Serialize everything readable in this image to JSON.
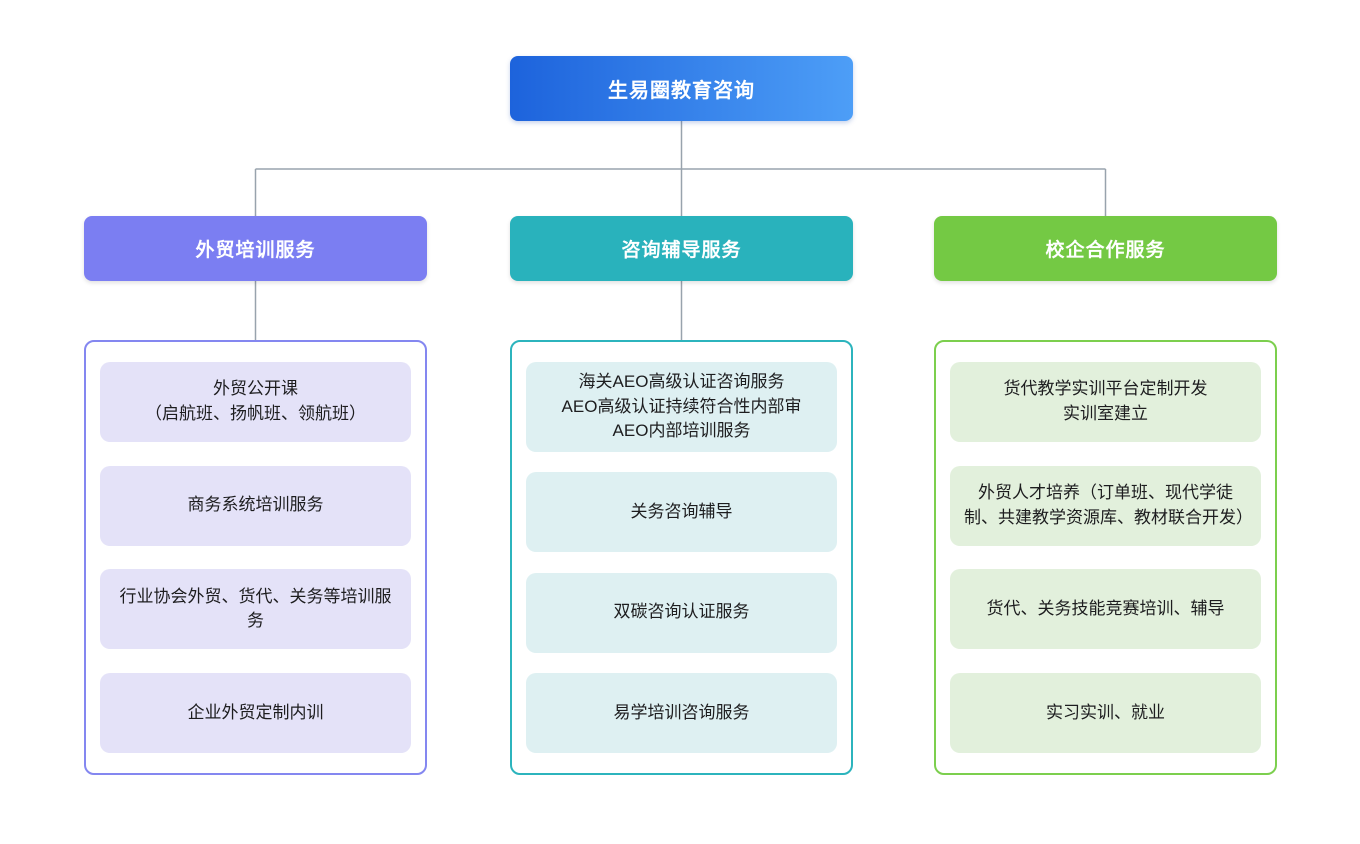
{
  "root": {
    "label": "生易圈教育咨询",
    "gradient_from": "#1d63dc",
    "gradient_to": "#4d9ef7"
  },
  "connector_color": "#98a3ad",
  "columns": [
    {
      "header": "外贸培训服务",
      "colors": {
        "header_bg": "#7b7ef2",
        "container_border": "#8487f0",
        "item_bg": "#e4e2f8"
      },
      "items": [
        "外贸公开课\n（启航班、扬帆班、领航班）",
        "商务系统培训服务",
        "行业协会外贸、货代、关务等培训服务",
        "企业外贸定制内训"
      ]
    },
    {
      "header": "咨询辅导服务",
      "colors": {
        "header_bg": "#29b2bc",
        "container_border": "#2cb4bd",
        "item_bg": "#def0f2"
      },
      "items": [
        "海关AEO高级认证咨询服务\nAEO高级认证持续符合性内部审\nAEO内部培训服务",
        "关务咨询辅导",
        "双碳咨询认证服务",
        "易学培训咨询服务"
      ]
    },
    {
      "header": "校企合作服务",
      "colors": {
        "header_bg": "#74c944",
        "container_border": "#7ccf4e",
        "item_bg": "#e2f0dc"
      },
      "items": [
        "货代教学实训平台定制开发\n实训室建立",
        "外贸人才培养（订单班、现代学徒制、共建教学资源库、教材联合开发）",
        "货代、关务技能竞赛培训、辅导",
        "实习实训、就业"
      ]
    }
  ]
}
